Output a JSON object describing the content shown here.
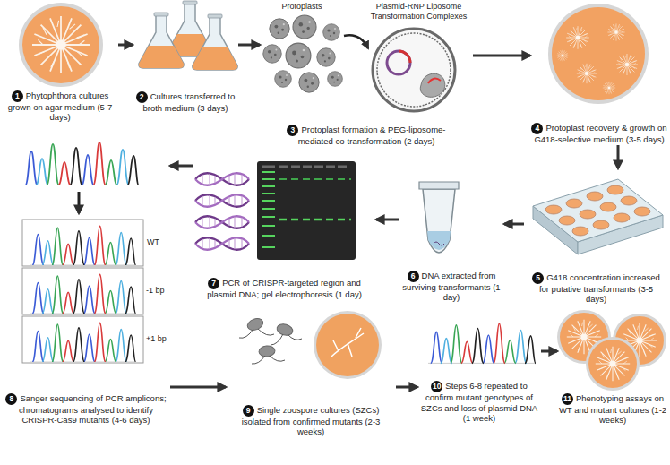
{
  "diagram": {
    "nodes": [
      {
        "text": [
          "1",
          "Phytophthora cultures grown on agar medium (5-7 days)"
        ]
      },
      {
        "text": [
          "2",
          "Cultures transferred to broth medium (3 days)"
        ]
      },
      {
        "text": [
          "3",
          "Protoplast formation & PEG-liposome-mediated co-transformation (2 days)"
        ]
      },
      {
        "text": [
          "4",
          "Protoplast recovery & growth on G418-selective medium (3-5 days)"
        ]
      },
      {
        "text": [
          "5",
          "G418 concentration increased for putative transformants (3-5 days)"
        ]
      },
      {
        "text": [
          "6",
          "DNA extracted from surviving transformants (1 day)"
        ]
      },
      {
        "text": [
          "7",
          "PCR of CRISPR-targeted region and plasmid DNA; gel electrophoresis (1 day)"
        ]
      },
      {
        "text": [
          "8",
          "Sanger sequencing of PCR amplicons; chromatograms analysed to identify CRISPR-Cas9 mutants (4-6 days)"
        ]
      },
      {
        "text": [
          "9",
          "Single zoospore cultures (SZCs) isolated from confirmed mutants (2-3 weeks)"
        ]
      },
      {
        "text": [
          "10",
          "Steps 6-8 repeated to confirm mutant genotypes of SZCs and loss of plasmid DNA (1 week)"
        ]
      },
      {
        "text": [
          "11",
          "Phenotyping assays on WT and mutant cultures (1-2 weeks)"
        ]
      }
    ],
    "edges": [
      {
        "from": 0,
        "to": 1,
        "arrow": "to"
      },
      {
        "from": 1,
        "to": 2,
        "arrow": "to"
      },
      {
        "from": 2,
        "to": 3,
        "arrow": "to"
      },
      {
        "from": 3,
        "to": 4,
        "arrow": "to"
      },
      {
        "from": 4,
        "to": 5,
        "arrow": "to"
      },
      {
        "from": 5,
        "to": 6,
        "arrow": "to"
      },
      {
        "from": 6,
        "to": 7,
        "arrow": "to"
      },
      {
        "from": 7,
        "to": 8,
        "arrow": "to"
      },
      {
        "from": 8,
        "to": 9,
        "arrow": "to"
      },
      {
        "from": 9,
        "to": 10,
        "arrow": "to"
      }
    ],
    "labels": [
      "Protoplasts",
      "Plasmid-RNP Liposome Transformation Complexes",
      "WT",
      "-1 bp",
      "+1 bp"
    ]
  }
}
